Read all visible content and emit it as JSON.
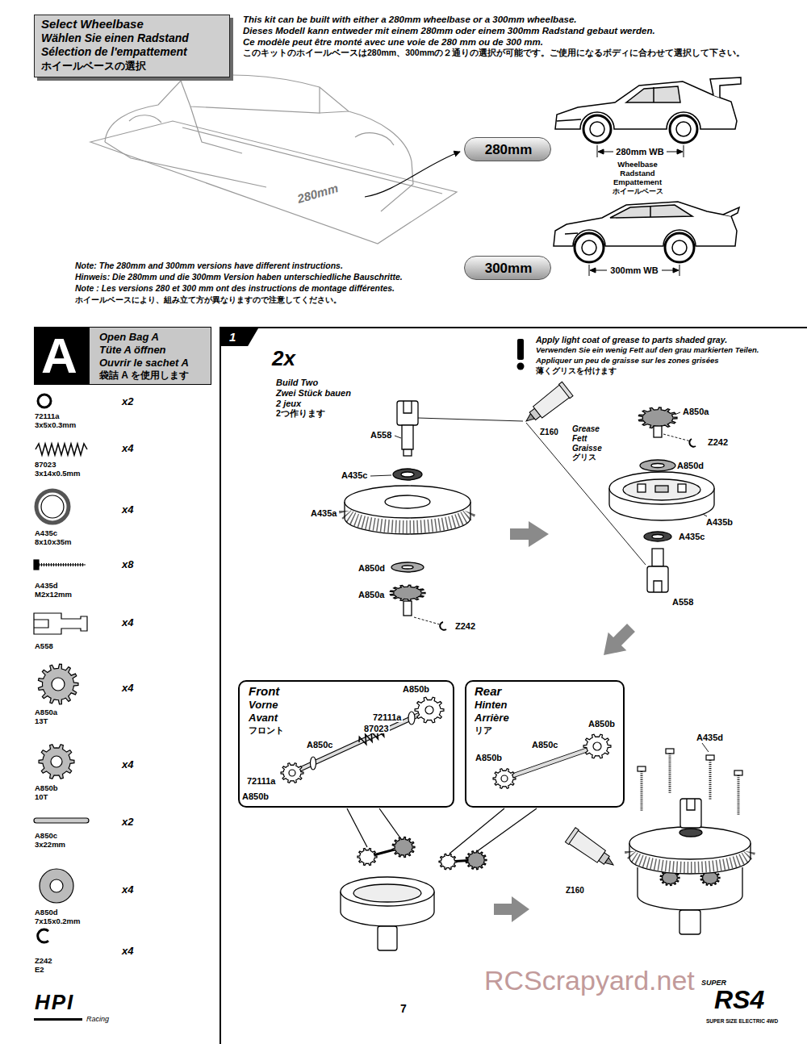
{
  "diagram": {
    "nodes": [
      {
        "text": [
          "Select Wheelbase",
          "Wählen Sie einen Radstand",
          "Sélection de l'empattement",
          "ホイールベースの選択"
        ]
      },
      {
        "text": [
          "280mm"
        ]
      },
      {
        "text": [
          "300mm"
        ]
      },
      {
        "text": [
          "A",
          "Open Bag A",
          "Tüte A öffnen",
          "Ouvrir le sachet A",
          "袋詰 A を使用します"
        ]
      },
      {
        "text": [
          "1"
        ]
      },
      {
        "text": [
          "Front",
          "Vorne",
          "Avant",
          "フロント",
          "A850b",
          "72111a",
          "87023",
          "A850c",
          "72111a",
          "A850b"
        ],
        "in": 4
      },
      {
        "text": [
          "Rear",
          "Hinten",
          "Arrière",
          "リア",
          "A850b",
          "A850c",
          "A850b"
        ],
        "in": 4
      }
    ],
    "labels": [
      "This kit can be built with either a 280mm wheelbase or a 300mm wheelbase.",
      "Dieses Modell kann entweder mit einem 280mm oder einem 300mm Radstand gebaut werden.",
      "Ce modèle peut être monté avec une voie de 280 mm ou de 300 mm.",
      "このキットのホイールベースは280mm、300mmの２通りの選択が可能です。ご使用になるボディに合わせて選択して下さい。",
      "280mm",
      "280mm WB",
      "Wheelbase",
      "Radstand",
      "Empattement",
      "ホイールベース",
      "300mm WB",
      "Note: The 280mm and 300mm versions have different instructions.",
      "Hinweis: Die 280mm und die 300mm Version haben unterschiedliche Bauschritte.",
      "Note : Les versions 280 et 300 mm ont des instructions de montage différentes.",
      "ホイールベースにより、組み立て方が異なりますので注意してください。",
      "72111a",
      "3x5x0.3mm",
      "x2",
      "87023",
      "3x14x0.5mm",
      "x4",
      "A435c",
      "8x10x35m",
      "x4",
      "A435d",
      "M2x12mm",
      "x8",
      "A558",
      "x4",
      "A850a",
      "13T",
      "x4",
      "A850b",
      "10T",
      "x4",
      "A850c",
      "3x22mm",
      "x2",
      "A850d",
      "7x15x0.2mm",
      "x4",
      "Z242",
      "E2",
      "x4",
      "2x",
      "Build Two",
      "Zwei Stück bauen",
      "2 jeux",
      "2つ作ります",
      "Apply light coat of grease to parts shaded gray.",
      "Verwenden Sie ein wenig Fett auf den grau markierten Teilen.",
      "Appliquer un peu de graisse sur les zones grisées",
      "薄くグリスを付けます",
      "A558",
      "A435c",
      "A435a",
      "A850d",
      "A850a",
      "Z242",
      "Z160",
      "Grease",
      "Fett",
      "Graisse",
      "グリス",
      "A850a",
      "Z242",
      "A850d",
      "A435b",
      "A435c",
      "A558",
      "A435d",
      "Z160",
      "7",
      "HPI",
      "Racing",
      "RCScrapyard.net",
      "SUPER",
      "RS4",
      "SUPER SIZE ELECTRIC 4WD"
    ]
  }
}
